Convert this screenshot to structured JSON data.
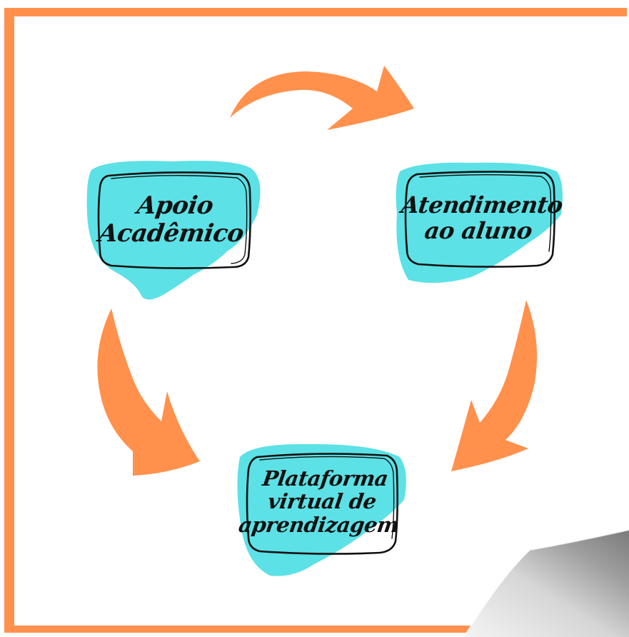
{
  "colors": {
    "frame": "#ff914d",
    "arrow": "#ff914d",
    "node_fill": "#5ce1e6",
    "node_outline": "#111111",
    "page_curl": "#bdbdbd"
  },
  "nodes": [
    {
      "id": "apoio",
      "lines": [
        "Apoio",
        "Acadêmico"
      ]
    },
    {
      "id": "atendimento",
      "lines": [
        "Atendimento",
        "ao aluno"
      ]
    },
    {
      "id": "plataforma",
      "lines": [
        "Plataforma",
        "virtual de",
        "aprendizagem"
      ]
    }
  ],
  "edges": [
    {
      "from": "apoio",
      "to": "atendimento"
    },
    {
      "from": "atendimento",
      "to": "plataforma"
    },
    {
      "from": "apoio",
      "to": "plataforma"
    }
  ]
}
